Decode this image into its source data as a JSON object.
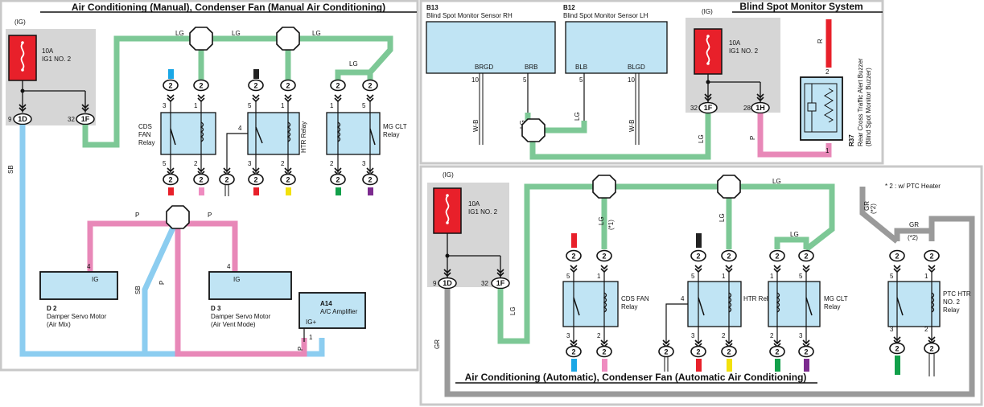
{
  "panels": {
    "manual_title": "Air Conditioning (Manual), Condenser Fan (Manual Air Conditioning)",
    "bsm_title": "Blind Spot Monitor System",
    "auto_title": "Air Conditioning (Automatic), Condenser Fan (Automatic Air Conditioning)"
  },
  "common": {
    "ig": "(IG)",
    "fuse_amp": "10A",
    "fuse_name": "IG1 NO. 2",
    "pin2": "2",
    "pin1": "1",
    "pin3": "3",
    "pin4": "4",
    "pin5": "5",
    "pin9": "9",
    "pin10": "10",
    "pin28": "28",
    "pin32": "32",
    "conn_1d": "1D",
    "conn_1f": "1F",
    "conn_1h": "1H",
    "ig_pin": "IG",
    "igplus": "IG+"
  },
  "wires": {
    "lg": "LG",
    "sb": "SB",
    "p": "P",
    "r": "R",
    "wb": "W-B",
    "gr": "GR",
    "lg_star1": "(*1)",
    "gr_star2": "(*2)"
  },
  "relays": {
    "cds_fan": "CDS FAN Relay",
    "htr": "HTR Relay",
    "mg_clt": "MG CLT Relay",
    "ptc_htr": "PTC HTR NO. 2 Relay",
    "cds": "CDS",
    "fan": "FAN",
    "relay": "Relay",
    "mg_clt_l1": "MG CLT",
    "htr_l": "HTR Relay",
    "ptc_l1": "PTC HTR",
    "ptc_l2": "NO. 2",
    "cds_fan_l": "CDS FAN"
  },
  "components": {
    "d2_code": "D 2",
    "d2_name1": "Damper Servo Motor",
    "d2_name2": "(Air Mix)",
    "d3_code": "D 3",
    "d3_name1": "Damper Servo Motor",
    "d3_name2": "(Air Vent Mode)",
    "a14_code": "A14",
    "a14_name": "A/C Amplifier",
    "b13_code": "B13",
    "b13_name": "Blind Spot Monitor Sensor RH",
    "b12_code": "B12",
    "b12_name": "Blind Spot Monitor Sensor LH",
    "brgd": "BRGD",
    "brb": "BRB",
    "blb": "BLB",
    "blgd": "BLGD",
    "r37_code": "R37",
    "r37_name1": "Rear Cross Traffic Alert Buzzer",
    "r37_name2": "(Blind Spot Monitor Buzzer)"
  },
  "notes": {
    "ptc_note": "* 2 : w/ PTC Heater"
  },
  "colors": {
    "lg": "#7dc896",
    "sb": "#8ccdf0",
    "pink": "#e888b8",
    "gray": "#9a9a9a",
    "red": "#e8202a",
    "component": "#c0e4f4",
    "fusebox": "#d6d6d6",
    "blue_tip": "#1aa7e6",
    "yellow_tip": "#f2e10c",
    "green_tip": "#12a04a",
    "purple_tip": "#7c2b8f",
    "pink_tip": "#ef8cc0",
    "black_tip": "#222222"
  }
}
